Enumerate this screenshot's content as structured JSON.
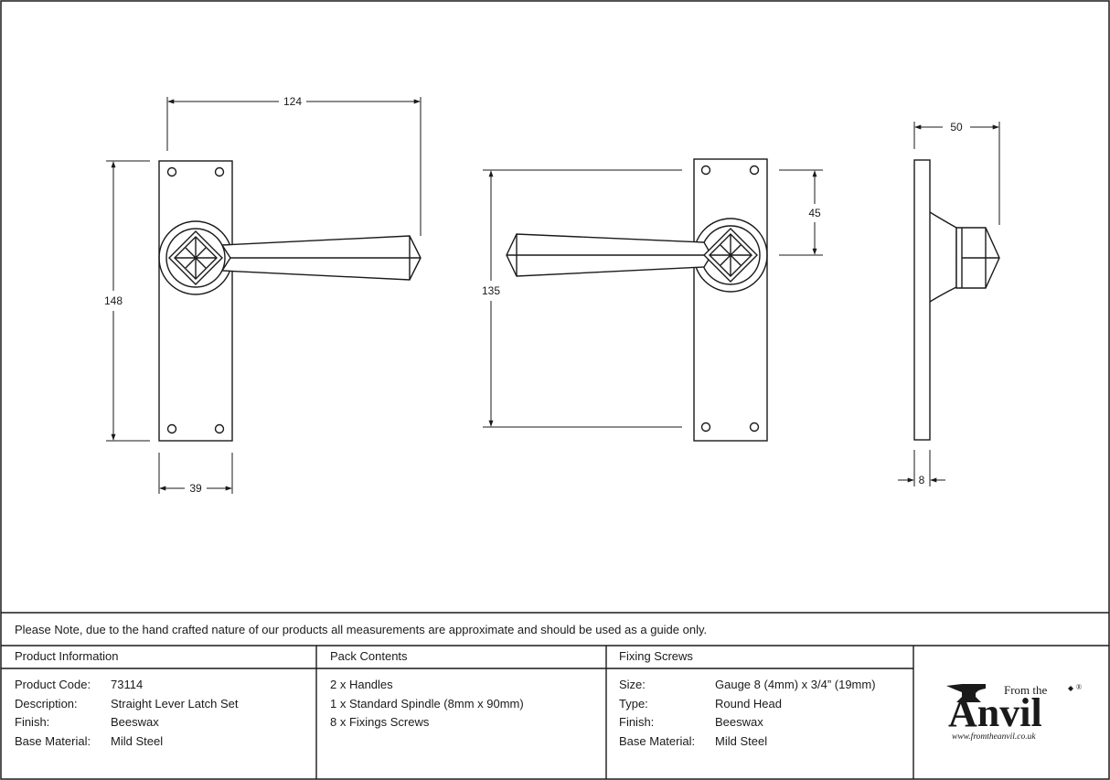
{
  "dimensions": {
    "front_width_overall": "124",
    "front_height": "148",
    "front_plate_width": "39",
    "back_height": "135",
    "back_spindle_offset": "45",
    "side_projection": "50",
    "side_thickness": "8"
  },
  "note": "Please Note, due to the hand crafted nature of our products all measurements are approximate and should be used as a guide only.",
  "product_information": {
    "heading": "Product Information",
    "rows": [
      {
        "label": "Product Code:",
        "value": "73114"
      },
      {
        "label": "Description:",
        "value": "Straight Lever Latch Set"
      },
      {
        "label": "Finish:",
        "value": "Beeswax"
      },
      {
        "label": "Base Material:",
        "value": "Mild Steel"
      }
    ]
  },
  "pack_contents": {
    "heading": "Pack Contents",
    "items": [
      "2 x Handles",
      "1 x Standard Spindle (8mm x 90mm)",
      "8 x Fixings Screws"
    ]
  },
  "fixing_screws": {
    "heading": "Fixing Screws",
    "rows": [
      {
        "label": "Size:",
        "value": "Gauge 8 (4mm) x 3/4” (19mm)"
      },
      {
        "label": "Type:",
        "value": "Round Head"
      },
      {
        "label": "Finish:",
        "value": "Beeswax"
      },
      {
        "label": "Base Material:",
        "value": "Mild Steel"
      }
    ]
  },
  "logo": {
    "from_the": "From the",
    "brand": "Anvil",
    "registered": "®",
    "url": "www.fromtheanvil.co.uk"
  },
  "colors": {
    "line": "#1a1a1a",
    "background": "#ffffff"
  }
}
